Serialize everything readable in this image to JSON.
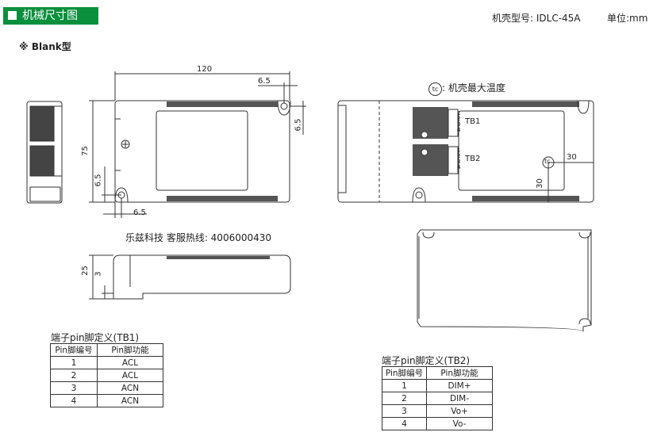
{
  "header": {
    "section_title": "机械尺寸图"
  },
  "model": {
    "label": "机壳型号: IDLC-45A",
    "unit": "单位:mm"
  },
  "variant": {
    "label": "※ Blank型"
  },
  "dimensions": {
    "length": "120",
    "width": "75",
    "hole_offset_top": "6.5",
    "hole_offset_right": "6.5",
    "hole_offset_bottom": "6.5",
    "hole_offset_left": "6.5",
    "height": "25",
    "lip": "3",
    "tc_x": "30",
    "tc_y": "30"
  },
  "tc_note": {
    "symbol": "tc",
    "text": ": 机壳最大温度"
  },
  "contact": {
    "text": "乐兹科技 客服热线: 4006000430"
  },
  "terminal_labels": {
    "tb1": "TB1",
    "tb2": "TB2",
    "pins": [
      "1",
      "2",
      "3",
      "4"
    ]
  },
  "tb1_table": {
    "caption": "端子pin脚定义(TB1)",
    "headers": [
      "Pin脚编号",
      "Pin脚功能"
    ],
    "rows": [
      [
        "1",
        "ACL"
      ],
      [
        "2",
        "ACL"
      ],
      [
        "3",
        "ACN"
      ],
      [
        "4",
        "ACN"
      ]
    ]
  },
  "tb2_table": {
    "caption": "端子pin脚定义(TB2)",
    "headers": [
      "Pin脚编号",
      "Pin脚功能"
    ],
    "rows": [
      [
        "1",
        "DIM+"
      ],
      [
        "2",
        "DIM-"
      ],
      [
        "3",
        "Vo+"
      ],
      [
        "4",
        "Vo-"
      ]
    ]
  }
}
